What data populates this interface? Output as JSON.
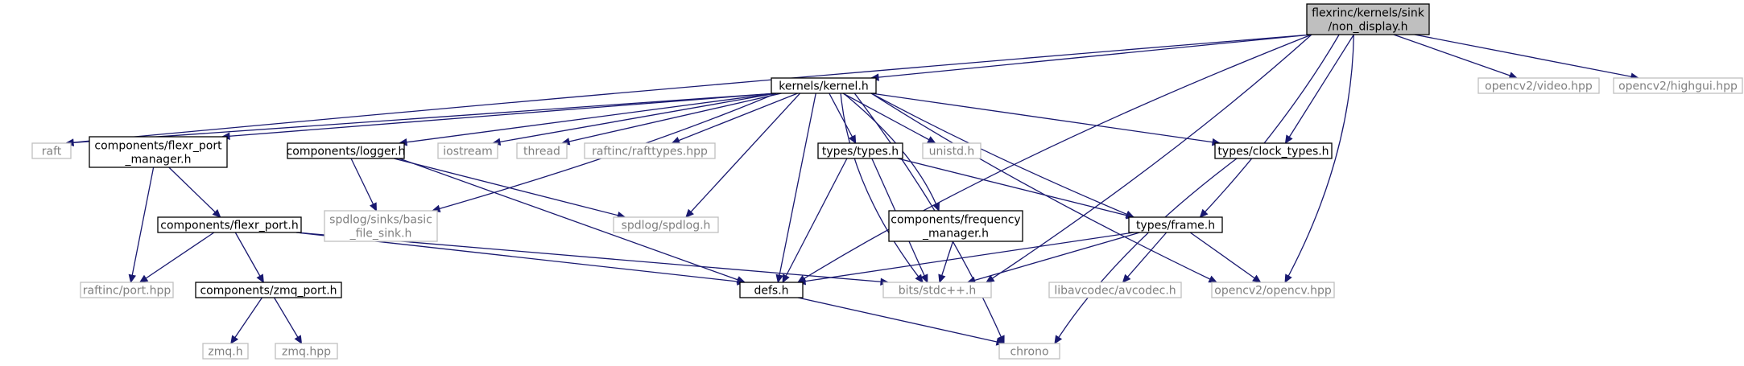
{
  "diagram": {
    "title": "",
    "colors": {
      "edge": "#191970",
      "root_fill": "#bfbfbf",
      "doc_stroke": "#000000",
      "sys_stroke": "#bfbfbf",
      "sys_text": "#808080"
    },
    "nodes": [
      {
        "id": "root",
        "lines": [
          "flexrinc/kernels/sink",
          "/non_display.h"
        ],
        "kind": "root"
      },
      {
        "id": "kernel",
        "lines": [
          "kernels/kernel.h"
        ],
        "kind": "doc"
      },
      {
        "id": "video",
        "lines": [
          "opencv2/video.hpp"
        ],
        "kind": "sys"
      },
      {
        "id": "highgui",
        "lines": [
          "opencv2/highgui.hpp"
        ],
        "kind": "sys"
      },
      {
        "id": "raft",
        "lines": [
          "raft"
        ],
        "kind": "sys"
      },
      {
        "id": "portmgr",
        "lines": [
          "components/flexr_port",
          "_manager.h"
        ],
        "kind": "doc"
      },
      {
        "id": "logger",
        "lines": [
          "components/logger.h"
        ],
        "kind": "doc"
      },
      {
        "id": "iostream",
        "lines": [
          "iostream"
        ],
        "kind": "sys"
      },
      {
        "id": "thread",
        "lines": [
          "thread"
        ],
        "kind": "sys"
      },
      {
        "id": "rafttypes",
        "lines": [
          "raftinc/rafttypes.hpp"
        ],
        "kind": "sys"
      },
      {
        "id": "types",
        "lines": [
          "types/types.h"
        ],
        "kind": "doc"
      },
      {
        "id": "unistd",
        "lines": [
          "unistd.h"
        ],
        "kind": "sys"
      },
      {
        "id": "clocktypes",
        "lines": [
          "types/clock_types.h"
        ],
        "kind": "doc"
      },
      {
        "id": "spdsink",
        "lines": [
          "spdlog/sinks/basic",
          "_file_sink.h"
        ],
        "kind": "sys"
      },
      {
        "id": "flexrport",
        "lines": [
          "components/flexr_port.h"
        ],
        "kind": "doc"
      },
      {
        "id": "spdlog",
        "lines": [
          "spdlog/spdlog.h"
        ],
        "kind": "sys"
      },
      {
        "id": "freqmgr",
        "lines": [
          "components/frequency",
          "_manager.h"
        ],
        "kind": "doc"
      },
      {
        "id": "frame",
        "lines": [
          "types/frame.h"
        ],
        "kind": "doc"
      },
      {
        "id": "raftport",
        "lines": [
          "raftinc/port.hpp"
        ],
        "kind": "sys"
      },
      {
        "id": "zmqport",
        "lines": [
          "components/zmq_port.h"
        ],
        "kind": "doc"
      },
      {
        "id": "defs",
        "lines": [
          "defs.h"
        ],
        "kind": "doc"
      },
      {
        "id": "stdcpp",
        "lines": [
          "bits/stdc++.h"
        ],
        "kind": "sys"
      },
      {
        "id": "avcodec",
        "lines": [
          "libavcodec/avcodec.h"
        ],
        "kind": "sys"
      },
      {
        "id": "opencv",
        "lines": [
          "opencv2/opencv.hpp"
        ],
        "kind": "sys"
      },
      {
        "id": "zmqh",
        "lines": [
          "zmq.h"
        ],
        "kind": "sys"
      },
      {
        "id": "zmqhpp",
        "lines": [
          "zmq.hpp"
        ],
        "kind": "sys"
      },
      {
        "id": "chrono",
        "lines": [
          "chrono"
        ],
        "kind": "sys"
      }
    ],
    "edges": [
      [
        "root",
        "kernel"
      ],
      [
        "root",
        "video"
      ],
      [
        "root",
        "highgui"
      ],
      [
        "root",
        "raft"
      ],
      [
        "root",
        "defs"
      ],
      [
        "root",
        "clocktypes"
      ],
      [
        "root",
        "frame"
      ],
      [
        "root",
        "stdcpp"
      ],
      [
        "root",
        "opencv"
      ],
      [
        "kernel",
        "raft"
      ],
      [
        "kernel",
        "portmgr"
      ],
      [
        "kernel",
        "logger"
      ],
      [
        "kernel",
        "iostream"
      ],
      [
        "kernel",
        "thread"
      ],
      [
        "kernel",
        "rafttypes"
      ],
      [
        "kernel",
        "types"
      ],
      [
        "kernel",
        "unistd"
      ],
      [
        "kernel",
        "clocktypes"
      ],
      [
        "kernel",
        "spdsink"
      ],
      [
        "kernel",
        "spdlog"
      ],
      [
        "kernel",
        "freqmgr"
      ],
      [
        "kernel",
        "frame"
      ],
      [
        "kernel",
        "defs"
      ],
      [
        "kernel",
        "stdcpp"
      ],
      [
        "kernel",
        "opencv"
      ],
      [
        "kernel",
        "chrono"
      ],
      [
        "portmgr",
        "flexrport"
      ],
      [
        "portmgr",
        "raftport"
      ],
      [
        "logger",
        "spdsink"
      ],
      [
        "logger",
        "spdlog"
      ],
      [
        "logger",
        "defs"
      ],
      [
        "types",
        "frame"
      ],
      [
        "types",
        "defs"
      ],
      [
        "types",
        "stdcpp"
      ],
      [
        "clocktypes",
        "chrono"
      ],
      [
        "flexrport",
        "raftport"
      ],
      [
        "flexrport",
        "zmqport"
      ],
      [
        "flexrport",
        "defs"
      ],
      [
        "flexrport",
        "stdcpp"
      ],
      [
        "freqmgr",
        "stdcpp"
      ],
      [
        "frame",
        "defs"
      ],
      [
        "frame",
        "stdcpp"
      ],
      [
        "frame",
        "avcodec"
      ],
      [
        "frame",
        "opencv"
      ],
      [
        "zmqport",
        "zmqh"
      ],
      [
        "zmqport",
        "zmqhpp"
      ],
      [
        "defs",
        "chrono"
      ]
    ]
  }
}
